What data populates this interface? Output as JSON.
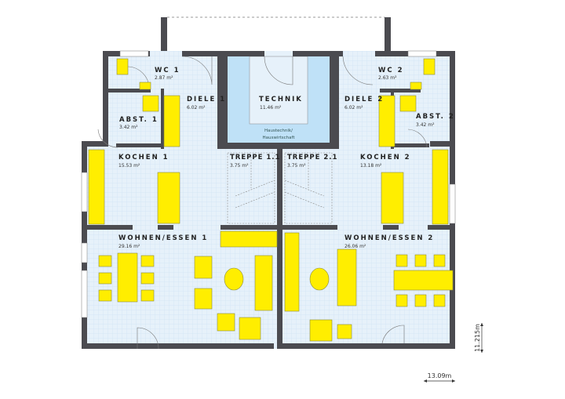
{
  "colors": {
    "wall": "#4b4b50",
    "floor": "#e6f1fa",
    "technik": "#bfe1f7",
    "furniture": "#ffee00"
  },
  "rooms": {
    "wc1": {
      "name": "WC 1",
      "area": "2.87 m²"
    },
    "wc2": {
      "name": "WC 2",
      "area": "2.63 m²"
    },
    "diele1": {
      "name": "DIELE 1",
      "area": "6.02 m²"
    },
    "diele2": {
      "name": "DIELE 2",
      "area": "6.02 m²"
    },
    "technik": {
      "name": "TECHNIK",
      "area": "11.46 m²",
      "note_line1": "Haustechnik/",
      "note_line2": "Hauswirtschaft"
    },
    "abst1": {
      "name": "ABST. 1",
      "area": "3.42 m²"
    },
    "abst2": {
      "name": "ABST. 2",
      "area": "3.42 m²"
    },
    "kochen1": {
      "name": "KOCHEN 1",
      "area": "15.53 m²"
    },
    "kochen2": {
      "name": "KOCHEN 2",
      "area": "13.18 m²"
    },
    "treppe1": {
      "name": "TREPPE 1.1",
      "area": "3.75 m²"
    },
    "treppe2": {
      "name": "TREPPE 2.1",
      "area": "3.75 m²"
    },
    "wohnen1": {
      "name": "WOHNEN/ESSEN 1",
      "area": "29.16 m²"
    },
    "wohnen2": {
      "name": "WOHNEN/ESSEN 2",
      "area": "26.06 m²"
    }
  },
  "dimensions": {
    "width": "13.09m",
    "depth": "11.215m"
  }
}
